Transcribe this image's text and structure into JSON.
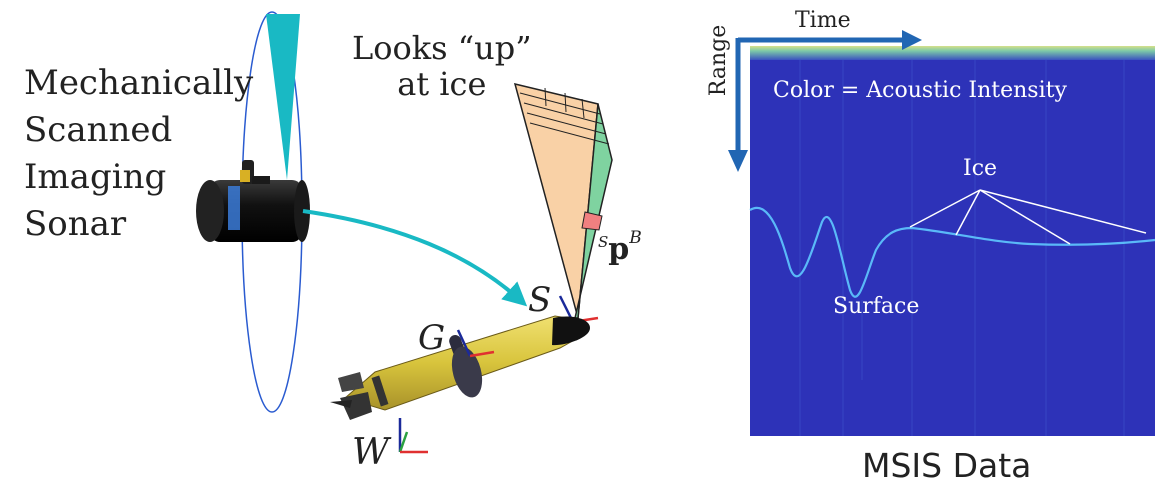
{
  "left_panel": {
    "sonar_label_lines": [
      "Mechanically",
      "Scanned",
      "Imaging",
      "Sonar"
    ],
    "looks_label_lines": [
      "Looks “up”",
      "at ice"
    ],
    "frames": {
      "sensor": "S",
      "vehicle": "G",
      "world": "W",
      "point_pre": "S",
      "point_main": "p",
      "point_sup": "B"
    }
  },
  "right_panel": {
    "axis_time": "Time",
    "axis_range": "Range",
    "color_note": "Color = Acoustic Intensity",
    "annotation_ice": "Ice",
    "annotation_surface": "Surface",
    "title": "MSIS Data"
  },
  "colors": {
    "accent_teal": "#19b9c4",
    "arrow_blue": "#2166b3",
    "image_bg": "#2d32b8",
    "glider_yellow": "#d8c43c",
    "wedge_orange": "#f9d1a6",
    "wedge_green": "#7fd3a0"
  }
}
